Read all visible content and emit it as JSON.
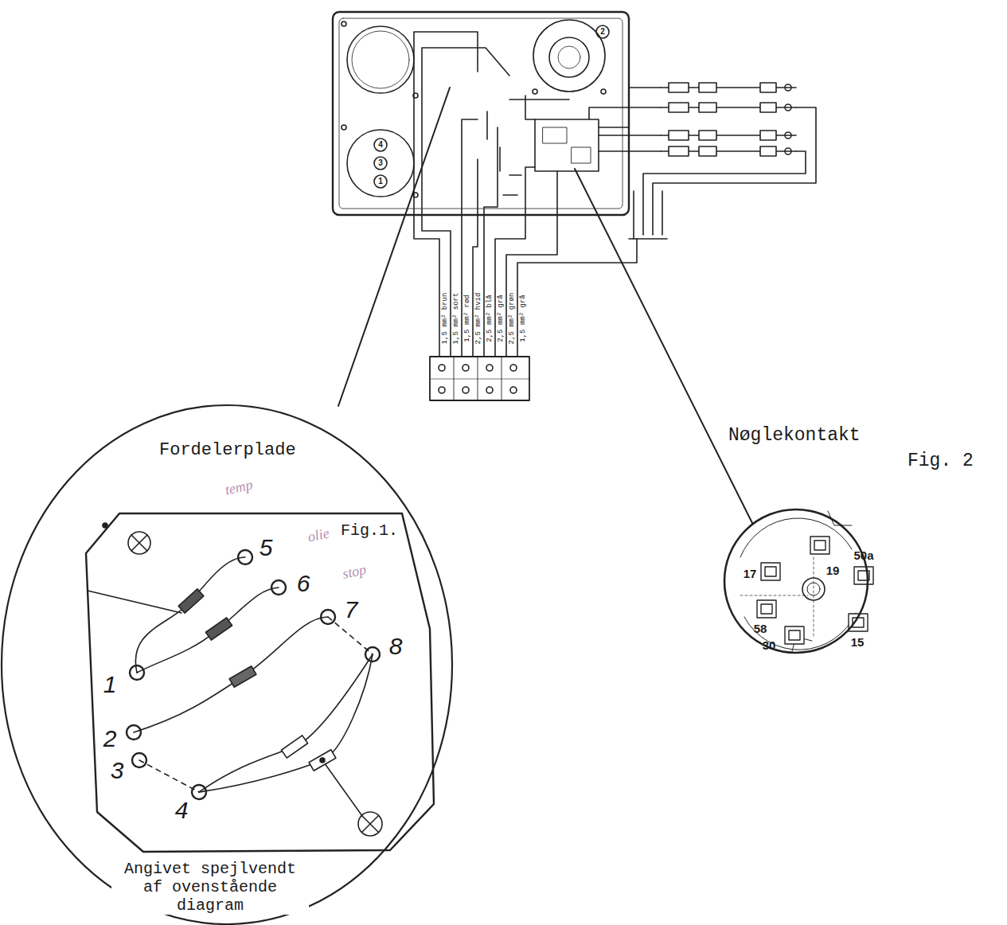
{
  "diagram": {
    "nodes": [
      {
        "text": [
          "Fordelerplade",
          "Fig.1.",
          "Angivet spejlvendt af ovenstående diagram"
        ]
      },
      {
        "text": [
          "Nøglekontakt",
          "Fig. 2"
        ]
      }
    ],
    "labels": [
      "1,5 mm² brun",
      "1,5 mm² sort",
      "1,5 mm² rød",
      "2,5 mm² hvid",
      "2,5 mm² blå",
      "2,5 mm² grå",
      "2,5 mm² grøn",
      "1,5 mm² grå",
      "2",
      "4",
      "3",
      "1",
      "5",
      "6",
      "7",
      "8",
      "1",
      "2",
      "3",
      "4",
      "17",
      "50a",
      "19",
      "58",
      "30",
      "15",
      "temp",
      "olie",
      "stop"
    ]
  }
}
